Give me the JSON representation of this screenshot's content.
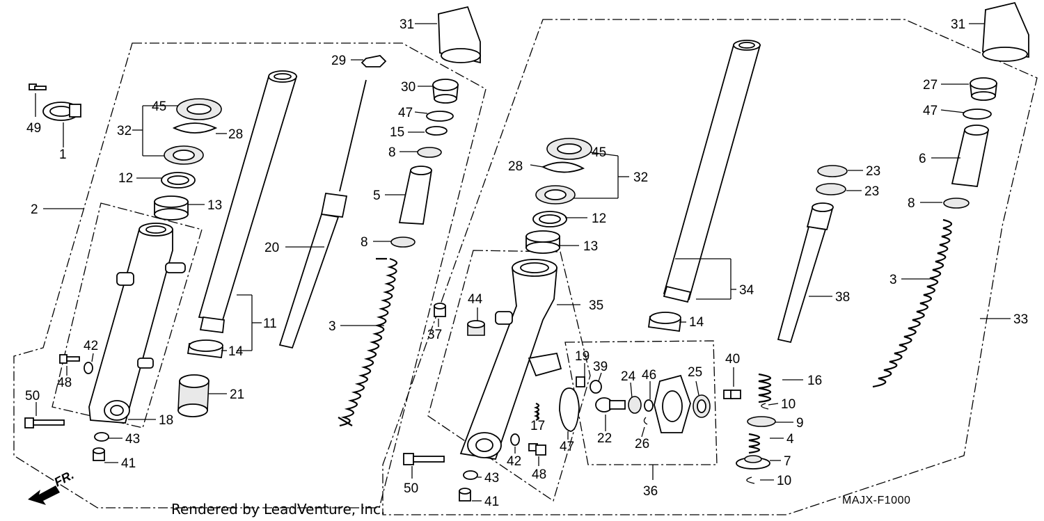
{
  "diagram": {
    "credit": "Rendered by LeadVenture, Inc.",
    "code": "MAJX-F1000",
    "direction_label": "FR.",
    "callouts": {
      "c31a": "31",
      "c29": "29",
      "c30": "30",
      "c47a": "47",
      "c15": "15",
      "c8a": "8",
      "c5": "5",
      "c8b": "8",
      "c3a": "3",
      "c20": "20",
      "c11": "11",
      "c14a": "14",
      "c21": "21",
      "c49": "49",
      "c1": "1",
      "c45a": "45",
      "c32a": "32",
      "c28a": "28",
      "c12a": "12",
      "c13a": "13",
      "c2": "2",
      "c42a": "42",
      "c48a": "48",
      "c18": "18",
      "c50a": "50",
      "c43a": "43",
      "c41a": "41",
      "c45b": "45",
      "c28b": "28",
      "c32b": "32",
      "c12b": "12",
      "c13b": "13",
      "c44": "44",
      "c35": "35",
      "c37": "37",
      "c19": "19",
      "c39": "39",
      "c24": "24",
      "c46": "46",
      "c25": "25",
      "c17": "17",
      "c22": "22",
      "c26": "26",
      "c47b": "47",
      "c42b": "42",
      "c48b": "48",
      "c50b": "50",
      "c43b": "43",
      "c41b": "41",
      "c36": "36",
      "c34": "34",
      "c14b": "14",
      "c23a": "23",
      "c23b": "23",
      "c38": "38",
      "c40": "40",
      "c16": "16",
      "c10a": "10",
      "c9": "9",
      "c4": "4",
      "c7": "7",
      "c10b": "10",
      "c31b": "31",
      "c27": "27",
      "c47c": "47",
      "c6": "6",
      "c8c": "8",
      "c3b": "3",
      "c33": "33"
    }
  }
}
